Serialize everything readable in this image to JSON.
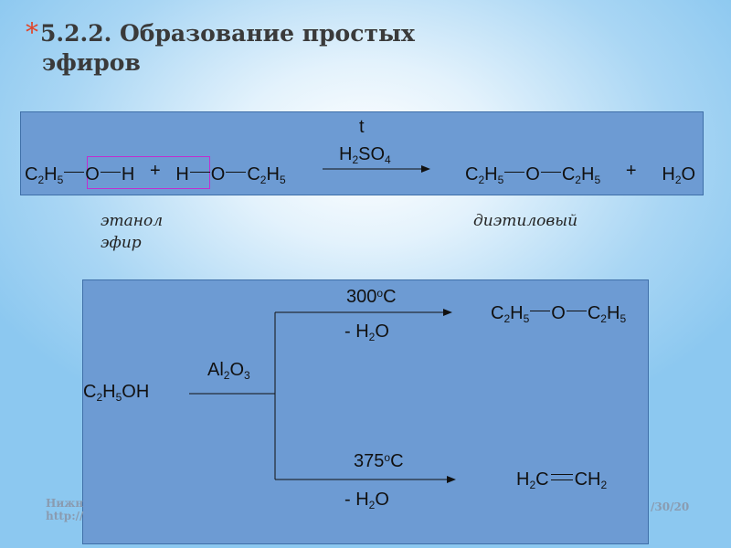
{
  "slide": {
    "title_line1": "5.2.2. Образование простых",
    "title_line2": "эфиров",
    "bullet": "*"
  },
  "reaction1": {
    "t": "t",
    "catalyst": "H2SO4",
    "r1": "C2H5",
    "o1": "O",
    "h1": "H",
    "plus1": "+",
    "h2": "H",
    "o2": "O",
    "r2": "C2H5",
    "p1": "C2H5",
    "po": "O",
    "p2": "C2H5",
    "plus2": "+",
    "water": "H2O"
  },
  "labels": {
    "ethanol": "этанол",
    "ether_word": "эфир",
    "diethyl": "диэтиловый"
  },
  "reaction2": {
    "reactant": "C2H5OH",
    "catalyst": "Al2O3",
    "upper_temp": "300oC",
    "upper_minus_water": "- H2O",
    "upper_product_r1": "C2H5",
    "upper_product_o": "O",
    "upper_product_r2": "C2H5",
    "lower_temp": "375oC",
    "lower_minus_water": "- H2O",
    "lower_product_left": "H2C",
    "lower_product_right": "CH2"
  },
  "footer": {
    "left_line1": "Нижн",
    "left_line2": "http://",
    "right": "/30/20"
  }
}
